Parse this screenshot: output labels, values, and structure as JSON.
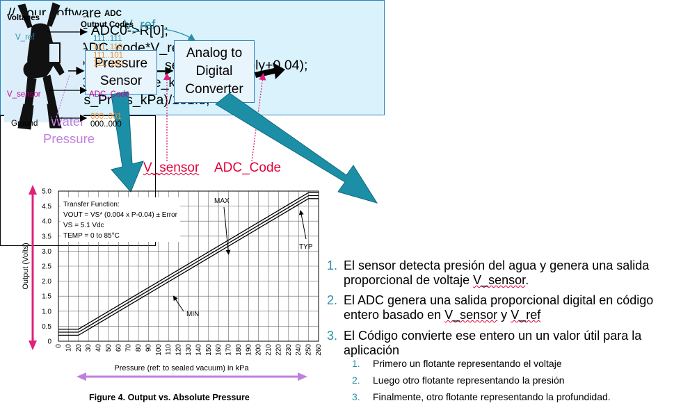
{
  "blocks": {
    "pressure_sensor": "Pressure Sensor",
    "adc": "Analog to Digital Converter"
  },
  "labels": {
    "v_ref": "V_ref",
    "water_pressure": "Water Pressure",
    "v_sensor": "V_sensor",
    "adc_code": "ADC_Code"
  },
  "software": {
    "lines": [
      "// Your software",
      "ADC_Code = ADC0->R[0];",
      "V_sensor = ADC_code*V_ref/1023;",
      "Pressure_kPa = 250 * (V_sensor/V_supply+0.04);",
      "Depth_ft = 33 * (Pressure_kPa –",
      "            Atmos_Press_kPa)/101.3;"
    ]
  },
  "adc_table": {
    "col_voltages": "Voltages",
    "col_codes_1": "ADC",
    "col_codes_2": "Output Codes",
    "v_ref": "V_ref",
    "v_sensor": "V_sensor",
    "ground": "Ground",
    "adc_code": "ADC_Code",
    "top_codes": [
      "111..111",
      "111..110",
      "111..101",
      "111..100"
    ],
    "bottom_codes": [
      "000..001",
      "000..000"
    ]
  },
  "chart_data": {
    "type": "line",
    "caption": "Figure 4. Output vs. Absolute Pressure",
    "xlabel": "Pressure (ref: to sealed vacuum) in kPa",
    "ylabel": "Output (Volts)",
    "xlim": [
      0,
      260
    ],
    "ylim": [
      0,
      5.0
    ],
    "x_ticks": [
      0,
      10,
      20,
      30,
      40,
      50,
      60,
      70,
      80,
      90,
      100,
      110,
      120,
      130,
      140,
      150,
      160,
      170,
      180,
      190,
      200,
      210,
      220,
      230,
      240,
      250,
      260
    ],
    "y_ticks": [
      "0",
      "0.5",
      "1.0",
      "1.5",
      "2.0",
      "2.5",
      "3.0",
      "3.5",
      "4.0",
      "4.5",
      "5.0"
    ],
    "grid": true,
    "annotation_lines": [
      "Transfer Function:",
      "VOUT = VS* (0.004 x P-0.04) ± Error",
      "VS = 5.1 Vdc",
      "TEMP = 0 to 85°C"
    ],
    "series": [
      {
        "name": "MAX",
        "points": [
          [
            0,
            0.4
          ],
          [
            20,
            0.4
          ],
          [
            250,
            4.95
          ],
          [
            260,
            4.95
          ]
        ]
      },
      {
        "name": "TYP",
        "points": [
          [
            0,
            0.3
          ],
          [
            20,
            0.3
          ],
          [
            250,
            4.85
          ],
          [
            260,
            4.85
          ]
        ]
      },
      {
        "name": "MIN",
        "points": [
          [
            0,
            0.2
          ],
          [
            20,
            0.2
          ],
          [
            250,
            4.75
          ],
          [
            260,
            4.75
          ]
        ]
      }
    ]
  },
  "steps": [
    {
      "num": "1.",
      "text_before": "El sensor detecta presión del agua y genera una salida proporcional de voltaje ",
      "emph": "V_sensor",
      "text_after": "."
    },
    {
      "num": "2.",
      "text_before": "El ADC genera una salida proporcional digital en código entero basado en ",
      "emph": "V_sensor",
      "text_mid": " y ",
      "emph2": "V_ref",
      "text_after": ""
    },
    {
      "num": "3.",
      "text": "El Código convierte ese entero un un valor útil para la aplicación"
    }
  ],
  "substeps": [
    {
      "num": "1.",
      "text": "Primero un flotante representando el voltaje"
    },
    {
      "num": "2.",
      "text": "Luego otro flotante representando la presión"
    },
    {
      "num": "3.",
      "text": "Finalmente, otro flotante representando la profundidad."
    }
  ],
  "colors": {
    "box_border": "#2f7fbd",
    "software_bg": "#d9f2fb",
    "teal_arrow": "#1c8fa7",
    "label_red": "#e0003a",
    "label_violet": "#c07fe0",
    "pink_arrow": "#e0207a",
    "table_orange": "#e8913a",
    "table_blue": "#2b8fa8"
  }
}
